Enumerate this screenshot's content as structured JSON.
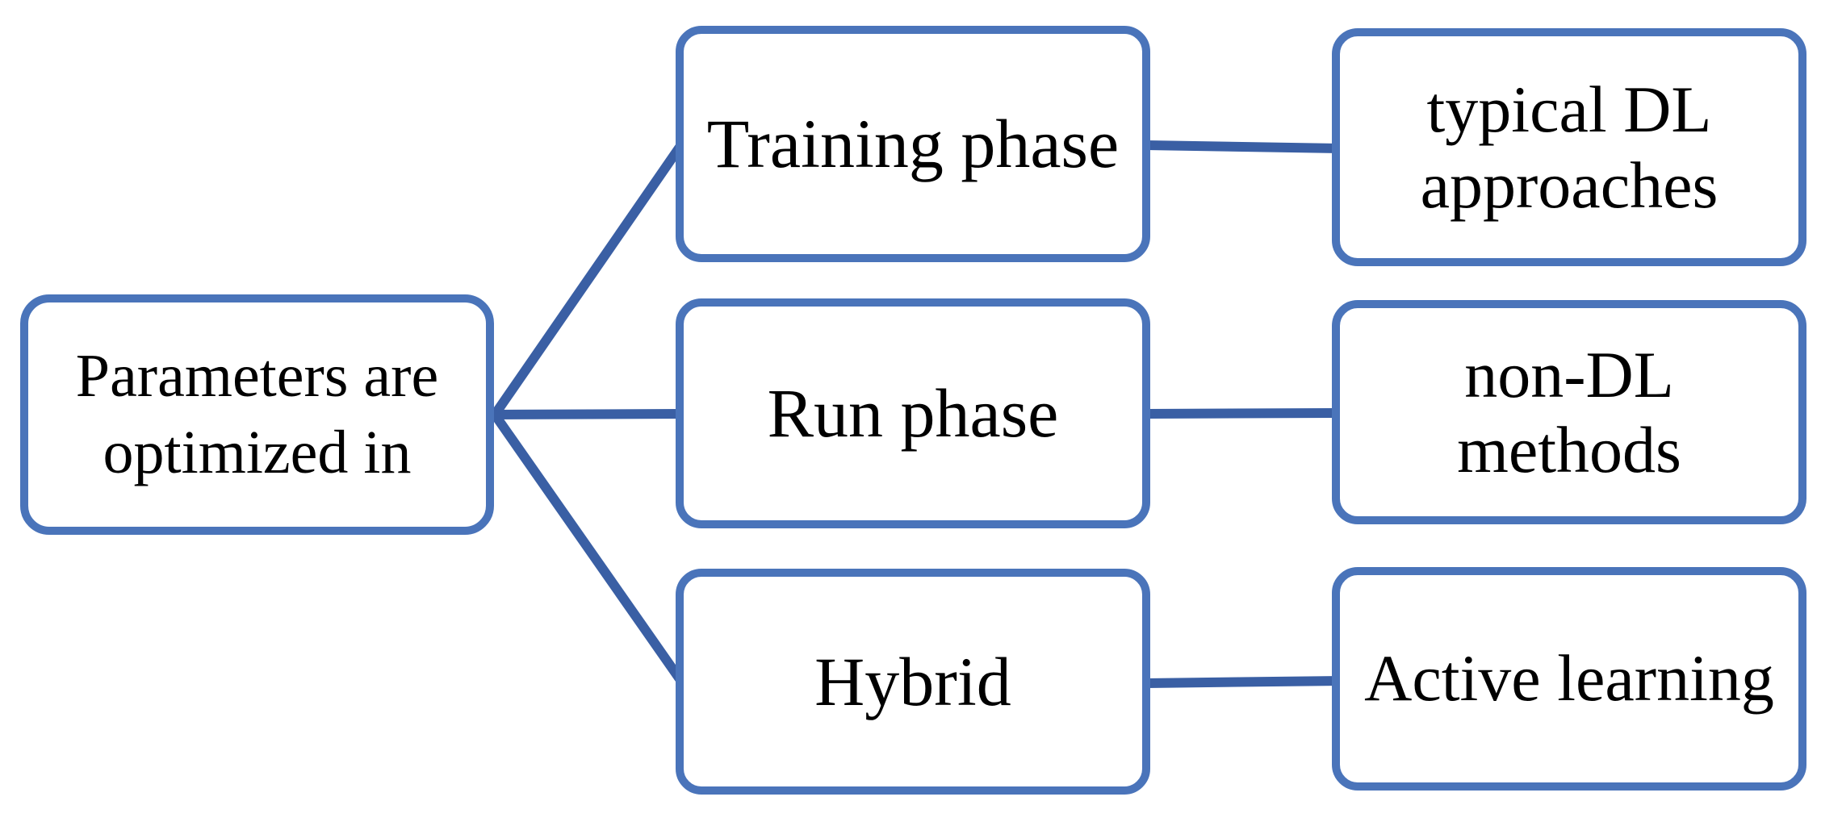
{
  "figure": {
    "background": "#ffffff",
    "colors": {
      "background": "#ffffff",
      "box_border": "#4A74BA",
      "connector": "#3A5FA4",
      "text": "#000000"
    },
    "root": {
      "label": "Parameters are optimized in"
    },
    "branches": [
      {
        "phase": "Training phase",
        "approach": "typical DL approaches"
      },
      {
        "phase": "Run phase",
        "approach": "non-DL methods"
      },
      {
        "phase": "Hybrid",
        "approach": "Active learning"
      }
    ]
  }
}
